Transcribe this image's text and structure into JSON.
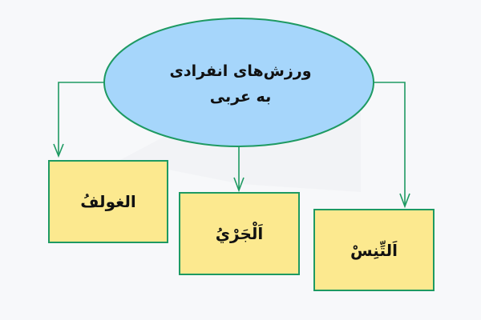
{
  "root": {
    "line1": "ورزش‌های انفرادی",
    "line2": "به عربی"
  },
  "children": [
    {
      "label": "الغولفُ"
    },
    {
      "label": "اَلْجَرْيُ"
    },
    {
      "label": "اَلتِّنِسْ"
    }
  ],
  "colors": {
    "ellipse_fill": "#a6d6fb",
    "stroke": "#1e9a62",
    "box_fill": "#fce98f",
    "background": "#f7f8fa"
  }
}
